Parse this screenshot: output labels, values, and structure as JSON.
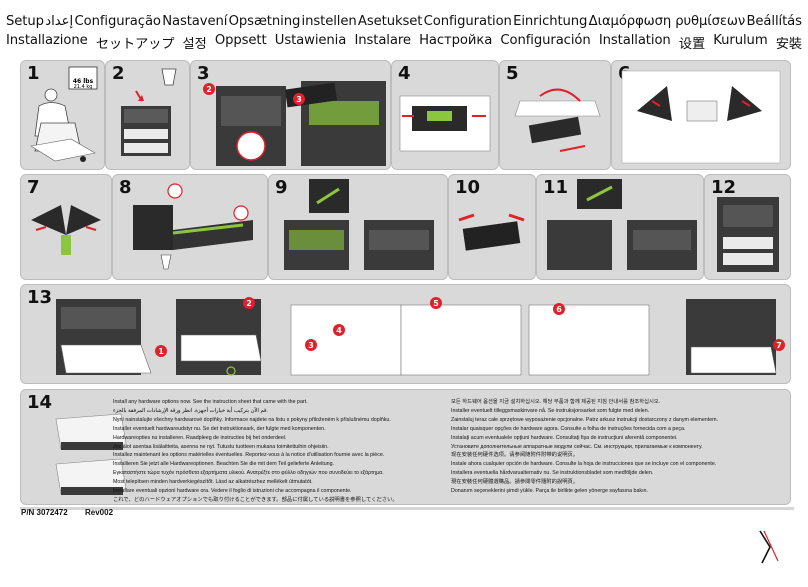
{
  "titles": {
    "row1": [
      "Setup",
      "إعداد",
      "Configuração",
      "Nastavení",
      "Opsætning",
      "instellen",
      "Asetukset",
      "Configuration",
      "Einrichtung",
      "Διαμόρφωση ρυθμίσεων",
      "Beállítás"
    ],
    "row2": [
      "Installazione",
      "セットアップ",
      "설정",
      "Oppsett",
      "Ustawienia",
      "Instalare",
      "Настройка",
      "Configuración",
      "Installation",
      "设置",
      "Kurulum",
      "安裝"
    ]
  },
  "steps": [
    "1",
    "2",
    "3",
    "4",
    "5",
    "6",
    "7",
    "8",
    "9",
    "10",
    "11",
    "12",
    "13",
    "14"
  ],
  "callouts": {
    "s1_weight": "46 lbs\n21.4 kg",
    "s3": [
      "2",
      "3"
    ],
    "s13": [
      "1",
      "2",
      "3",
      "4",
      "5",
      "6",
      "7"
    ]
  },
  "step14_text": {
    "left": [
      "Install any hardware options now. See the instruction sheet that came with the part.",
      "قم الآن بتركيب أية خيارات أجهزة. انظر ورقة الإرشادات المرفقة بالجزء.",
      "Nyní nainstalujte všechny hardwarové doplňky. Informace najdete na listu s pokyny přiloženém k příslušnému doplňku.",
      "Installer eventuelt hardwareudstyr nu. Se det instruktionsark, der fulgte med komponenten.",
      "Hardwareopties nu installeren. Raadpleeg de instructies bij het onderdeel.",
      "Jos aiot asentaa lisälaitteita, asenna ne nyt. Tutustu tuotteen mukana toimitettuihin ohjeisiin.",
      "Installez maintenant les options matérielles éventuelles. Reportez-vous à la notice d'utilisation fournie avec la pièce.",
      "Installieren Sie jetzt alle Hardwareoptionen. Beachten Sie die mit dem Teil gelieferte Anleitung.",
      "Εγκαταστήστε τώρα τυχόν πρόσθετα εξαρτήματα υλικού. Ανατρέξτε στο φύλλο οδηγιών που συνοδεύει το εξάρτημα.",
      "Most telepítsen minden hardverkiegészítőt. Lásd az alkatrészhez mellékelt útmutatót.",
      "Installare eventuali opzioni hardware ora. Vedere il foglio di istruzioni che accompagna il componente.",
      "これで、どのハードウェアオプションでも取り付けることができます。部品に付属している説明書を参照してください。"
    ],
    "right": [
      "모든 하드웨어 옵션을 지금 설치하십시오. 해당 부품과 함께 제공된 지침 안내서를 참조하십시오.",
      "Installer eventuelt tilleggsmaskinvare nå. Se instruksjonsarket som fulgte med delen.",
      "Zainstaluj teraz całe sprzętowe wyposażenie opcjonalne. Patrz arkusz instrukcji dostarczony z danym elementem.",
      "Instalar quaisquer opções de hardware agora. Consulte a folha de instruções fornecida com a peça.",
      "Instalaţi acum eventualele opţiuni hardware. Consultaţi fişa de instrucţiuni aferentă componentei.",
      "Установите дополнительные аппаратные модули сейчас. См. инструкции, прилагаемые к компоненту.",
      "现在安装任何硬件选项。请参阅随附件附带的说明页。",
      "Instale ahora cualquier opción de hardware. Consulte la hoja de instrucciones que se incluye con el componente.",
      "Installera eventuella hårdvarualternativ nu. Se instruktionsbladet som medföljde delen.",
      "現在安裝任何硬體選購品。請參閱零件隨附的說明頁。",
      "Donanım seçeneklerini şimdi yükle. Parça ile birlikte gelen yönerge sayfasına bakın."
    ]
  },
  "footer": {
    "pn": "P/N 3072472",
    "rev": "Rev002"
  },
  "colors": {
    "panel": "#d9d9d9",
    "accent_red": "#e0202a",
    "accent_green": "#8cc63e",
    "device_dark": "#3a3a3a"
  }
}
